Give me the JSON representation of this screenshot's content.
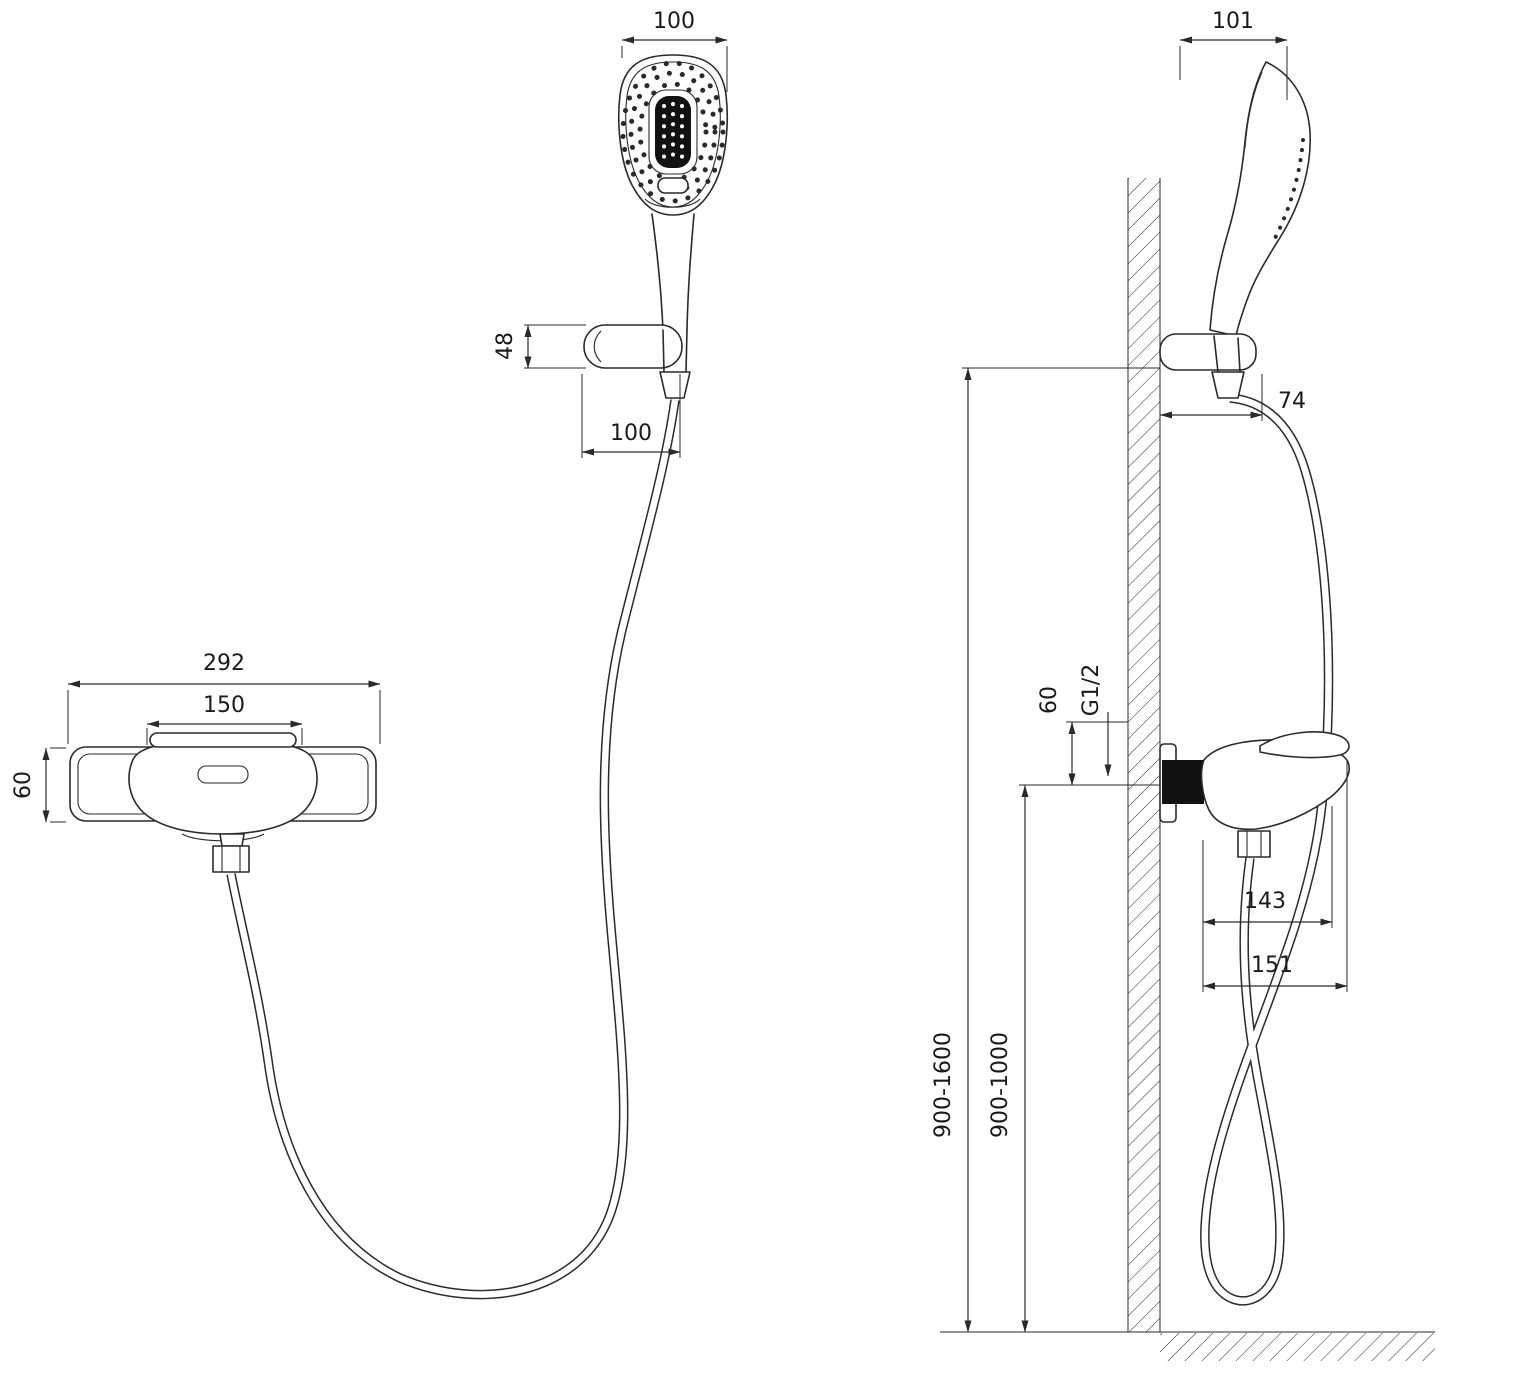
{
  "front_view": {
    "head_width": "100",
    "holder_height": "48",
    "holder_width": "100",
    "mixer_width": "292",
    "mixer_port_spacing": "150",
    "mixer_height": "60"
  },
  "side_view": {
    "head_depth": "101",
    "holder_reach": "74",
    "inlet_offset": "60",
    "thread_size": "G1/2",
    "spout_reach": "143",
    "overall_reach": "151",
    "install_height_range": "900-1600",
    "mixer_install_height": "900-1000"
  },
  "colors": {
    "line": "#2a2a2a",
    "background": "#ffffff",
    "fill_dark": "#111111"
  }
}
